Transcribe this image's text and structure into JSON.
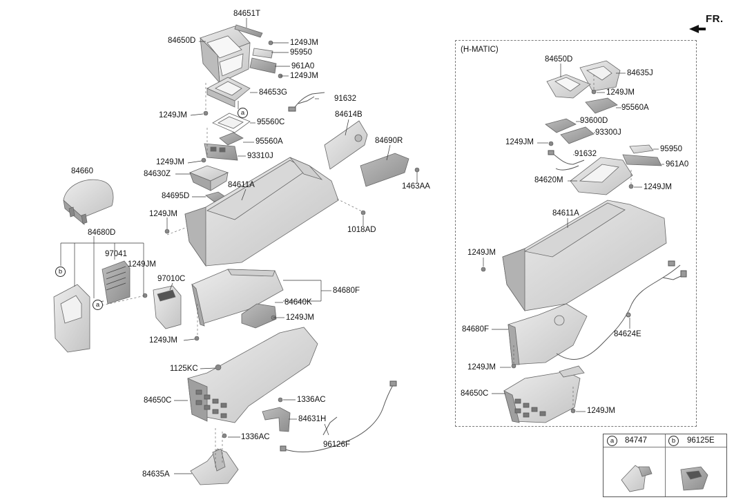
{
  "header": {
    "front_label": "FR."
  },
  "sections": {
    "h_matic_title": "(H-MATIC)"
  },
  "refs": {
    "a": "a",
    "b": "b"
  },
  "parts_left": {
    "p84651T": "84651T",
    "p84650D": "84650D",
    "p1249JM": "1249JM",
    "p95950": "95950",
    "p961A0": "961A0",
    "p84653G": "84653G",
    "p91632": "91632",
    "p95560C": "95560C",
    "p84614B": "84614B",
    "p95560A": "95560A",
    "p84690R": "84690R",
    "p93310J": "93310J",
    "p84660": "84660",
    "p84630Z": "84630Z",
    "p1463AA": "1463AA",
    "p84611A": "84611A",
    "p84695D": "84695D",
    "p1018AD": "1018AD",
    "p84680D": "84680D",
    "p97041": "97041",
    "p97010C": "97010C",
    "p84680F": "84680F",
    "p84640K": "84640K",
    "p1125KC": "1125KC",
    "p84650C": "84650C",
    "p1336AC": "1336AC",
    "p84631H": "84631H",
    "p96126F": "96126F",
    "p84635A": "84635A"
  },
  "parts_right": {
    "p84650D": "84650D",
    "p84635J": "84635J",
    "p1249JM": "1249JM",
    "p95560A": "95560A",
    "p93600D": "93600D",
    "p93300J": "93300J",
    "p95950": "95950",
    "p91632": "91632",
    "p961A0": "961A0",
    "p84620M": "84620M",
    "p84611A": "84611A",
    "p84680F": "84680F",
    "p84624E": "84624E",
    "p84650C": "84650C"
  },
  "legend": [
    {
      "ref": "a",
      "part": "84747"
    },
    {
      "ref": "b",
      "part": "96125E"
    }
  ]
}
